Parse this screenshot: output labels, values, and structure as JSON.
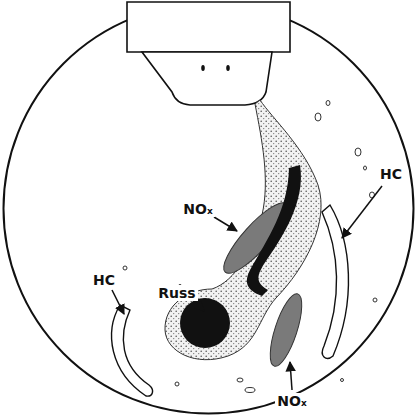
{
  "diagram": {
    "labels": [
      "NOₓ",
      "HC",
      "HC",
      "Russ",
      "NOₓ"
    ]
  }
}
